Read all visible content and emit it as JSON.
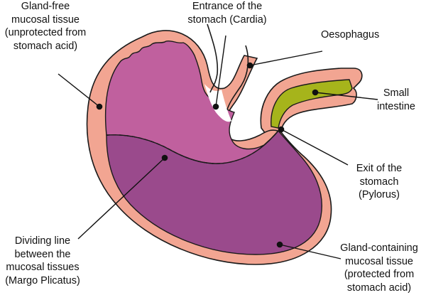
{
  "colors": {
    "outer_wall": "#f2a592",
    "upper_mucosa": "#c0609e",
    "lower_mucosa": "#9a4a8c",
    "small_intestine": "#a6b41b",
    "outline": "#1a1a1a",
    "background": "#ffffff"
  },
  "labels": {
    "gland_free": [
      "Gland-free",
      "mucosal tissue",
      "(unprotected from",
      "stomach acid)"
    ],
    "cardia": [
      "Entrance of the",
      "stomach (Cardia)"
    ],
    "oesophagus": [
      "Oesophagus"
    ],
    "small_intestine": [
      "Small",
      "intestine"
    ],
    "pylorus": [
      "Exit of the",
      "stomach",
      "(Pylorus)"
    ],
    "dividing_line": [
      "Dividing line",
      "between the",
      "mucosal tissues",
      "(Margo Plicatus)"
    ],
    "gland_containing": [
      "Gland-containing",
      "mucosal tissue",
      "(protected from",
      "stomach acid)"
    ]
  }
}
